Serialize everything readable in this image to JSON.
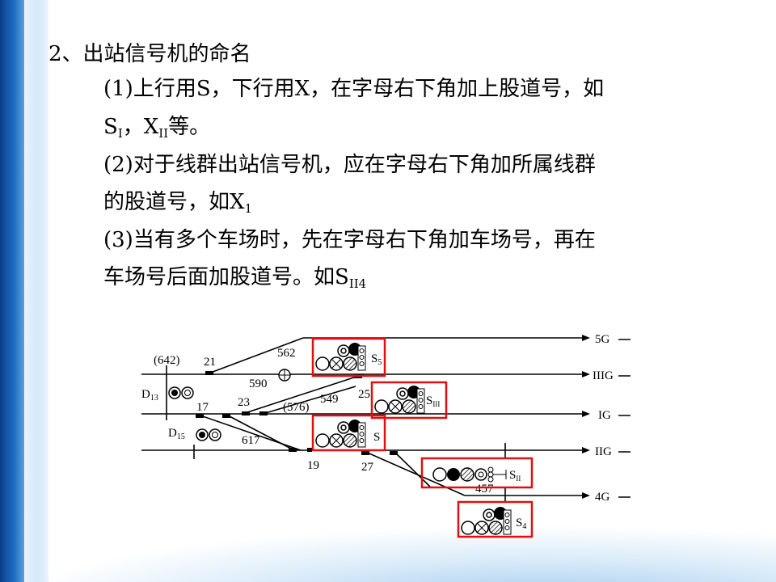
{
  "heading": "2、出站信号机的命名",
  "items": [
    {
      "line1": "(1)上行用S，下行用X，在字母右下角加上股道号，如",
      "line2_a": "S",
      "line2_sub1": "I",
      "line2_b": "，X",
      "line2_sub2": "II",
      "line2_c": "等。"
    },
    {
      "line1": "(2)对于线群出站信号机，应在字母右下角加所属线群",
      "line2_a": "的股道号，如X",
      "line2_sub": "1"
    },
    {
      "line1": "(3)当有多个车场时，先在字母右下角加车场号，再在",
      "line2_a": "车场号后面加股道号。如S",
      "line2_sub": "II4"
    }
  ],
  "diagram": {
    "tracks": [
      "5G",
      "IIIG",
      "IG",
      "IIG",
      "4G"
    ],
    "switches": [
      "21",
      "17",
      "23",
      "25",
      "19",
      "27"
    ],
    "numbers": [
      "(642)",
      "562",
      "590",
      "(576)",
      "549",
      "617",
      "457"
    ],
    "shunting": [
      {
        "a": "D",
        "s": "13"
      },
      {
        "a": "D",
        "s": "15"
      }
    ],
    "signals": [
      {
        "a": "S",
        "s": "5"
      },
      {
        "a": "S",
        "s": "III"
      },
      {
        "a": "S",
        "s": ""
      },
      {
        "a": "S",
        "s": "II"
      },
      {
        "a": "S",
        "s": "4"
      }
    ],
    "highlight_color": "#e01010"
  }
}
